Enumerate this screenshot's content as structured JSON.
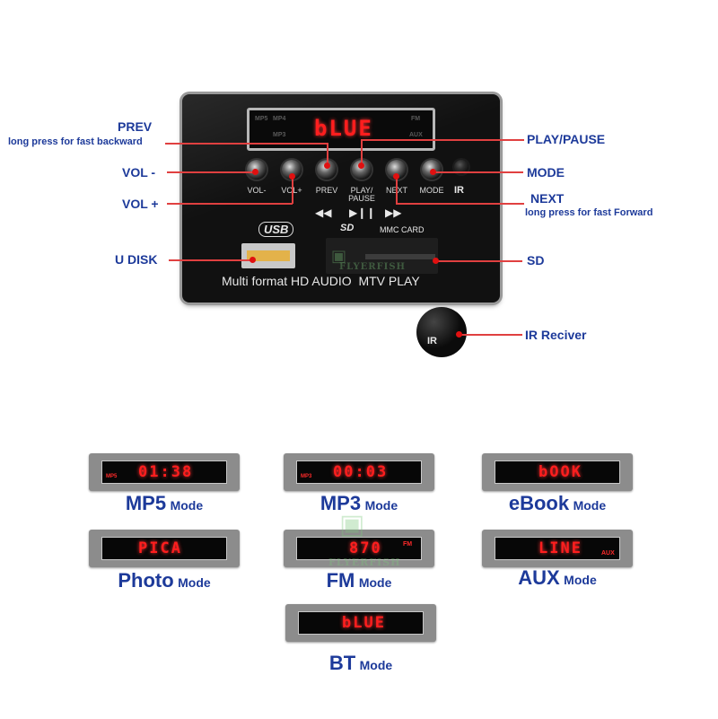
{
  "panel": {
    "lcd_tags": [
      "MP5",
      "MP4",
      "MP3",
      "FM",
      "AUX"
    ],
    "lcd_text": "bLUE",
    "buttons": [
      "VOL-",
      "VOL+",
      "PREV",
      "PLAY/\nPAUSE",
      "NEXT",
      "MODE"
    ],
    "ir_mark": "IR",
    "transport_prev": "◀◀",
    "transport_play": "▶❙❙",
    "transport_next": "▶▶",
    "usb_logo": "USB",
    "sd_logo": "SD",
    "mmc_label": "MMC CARD",
    "footer": "Multi format HD AUDIO  MTV PLAY",
    "watermark": "FLYERFISH"
  },
  "callouts": {
    "prev": "PREV",
    "prev_sub": "long press for fast backward",
    "vol_minus": "VOL -",
    "vol_plus": "VOL +",
    "udisk": "U DISK",
    "play_pause": "PLAY/PAUSE",
    "mode": "MODE",
    "next": "NEXT",
    "next_sub": "long press for fast Forward",
    "sd": "SD",
    "ir_receiver": "IR Reciver",
    "ir_mark": "IR"
  },
  "modes": [
    {
      "name": "MP5",
      "suffix": "Mode",
      "display": "01:38",
      "tag": "MP5"
    },
    {
      "name": "MP3",
      "suffix": "Mode",
      "display": "00:03",
      "tag": "MP3"
    },
    {
      "name": "eBook",
      "suffix": "Mode",
      "display": "bOOK",
      "tag": ""
    },
    {
      "name": "Photo",
      "suffix": "Mode",
      "display": "PICA",
      "tag": ""
    },
    {
      "name": "FM",
      "suffix": "Mode",
      "display": "870",
      "tag": "FM"
    },
    {
      "name": "AUX",
      "suffix": "Mode",
      "display": "LINE",
      "tag": "AUX"
    },
    {
      "name": "BT",
      "suffix": "Mode",
      "display": "bLUE",
      "tag": ""
    }
  ],
  "colors": {
    "label_blue": "#1d3a9a",
    "callout_red": "#e01010",
    "lcd_red": "#ff1e1e"
  }
}
